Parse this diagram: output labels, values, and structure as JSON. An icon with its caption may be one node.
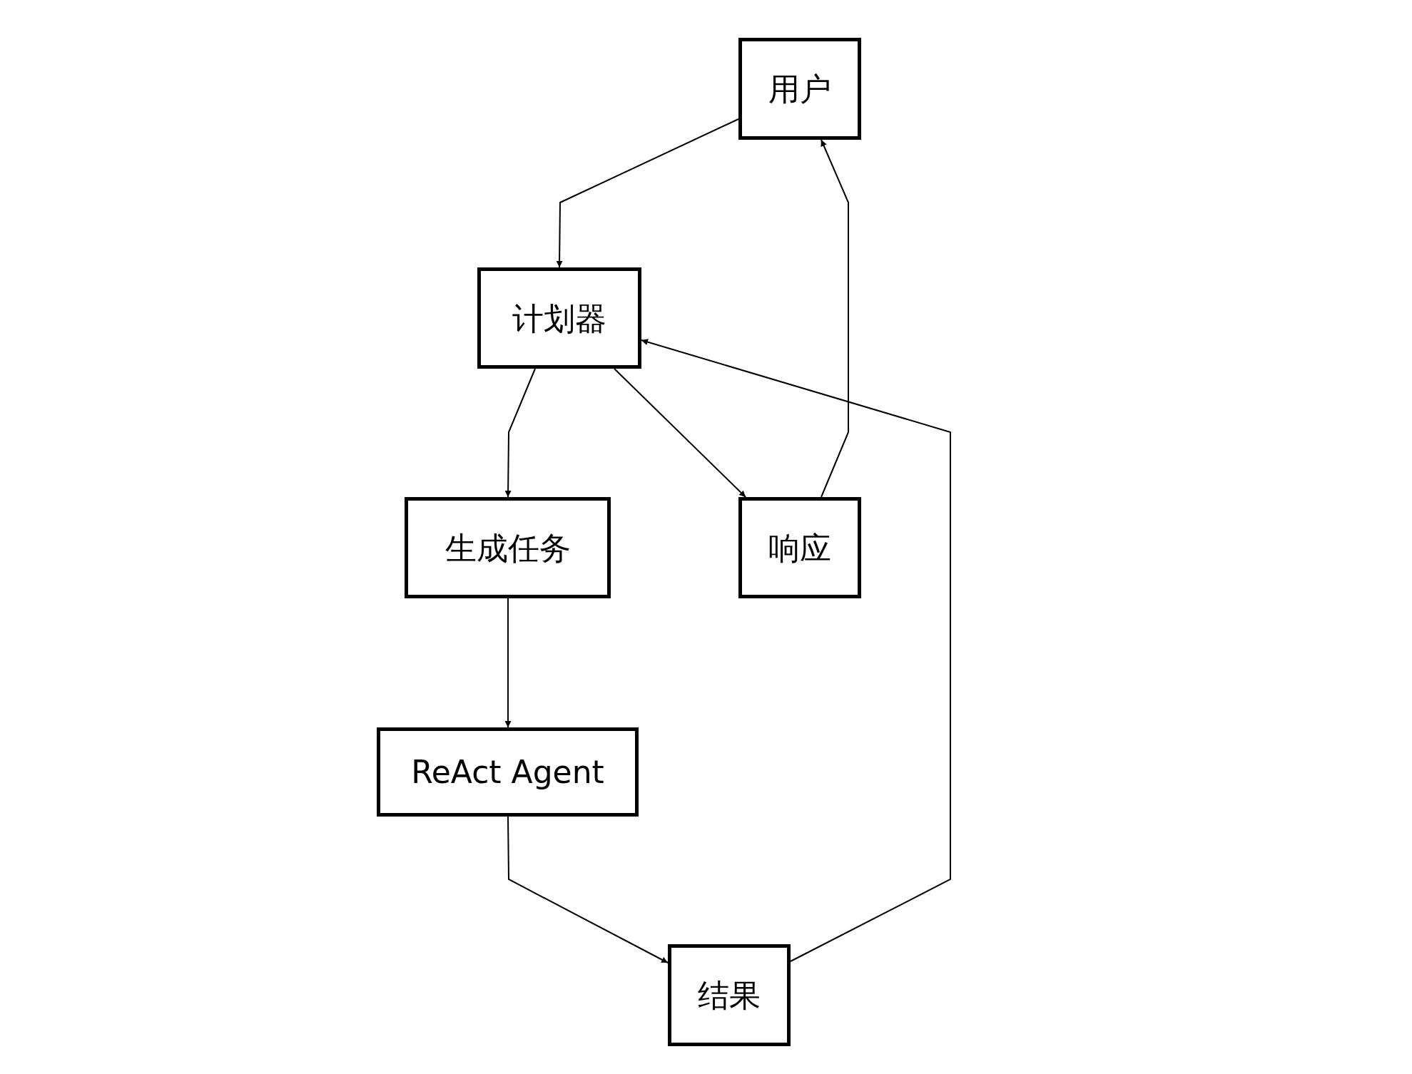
{
  "diagram": {
    "nodes": [
      {
        "text": [
          "用户"
        ]
      },
      {
        "text": [
          "计划器"
        ]
      },
      {
        "text": [
          "生成任务"
        ]
      },
      {
        "text": [
          "响应"
        ]
      },
      {
        "text": [
          "ReAct Agent"
        ]
      },
      {
        "text": [
          "结果"
        ]
      }
    ],
    "edges": [
      {
        "from": 0,
        "to": 1,
        "arrow": "to"
      },
      {
        "from": 1,
        "to": 2,
        "arrow": "to"
      },
      {
        "from": 1,
        "to": 3,
        "arrow": "to"
      },
      {
        "from": 3,
        "to": 0,
        "arrow": "to"
      },
      {
        "from": 2,
        "to": 4,
        "arrow": "to"
      },
      {
        "from": 4,
        "to": 5,
        "arrow": "to"
      },
      {
        "from": 5,
        "to": 1,
        "arrow": "to"
      }
    ]
  }
}
